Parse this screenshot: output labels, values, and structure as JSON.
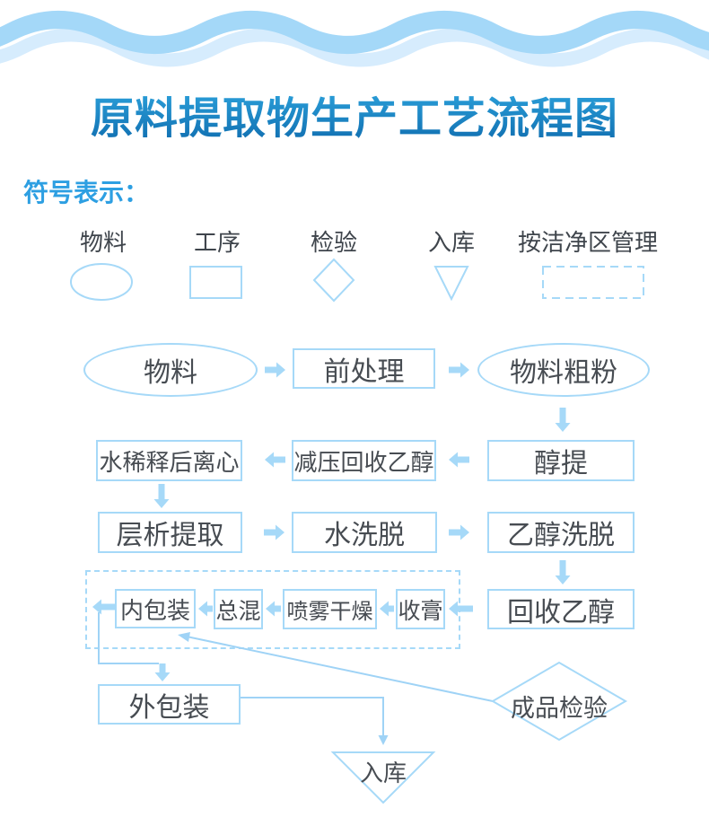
{
  "title": "原料提取物生产工艺流程图",
  "legend": {
    "heading": "符号表示：",
    "items": [
      {
        "label": "物料",
        "shape": "ellipse"
      },
      {
        "label": "工序",
        "shape": "rect"
      },
      {
        "label": "检验",
        "shape": "diamond"
      },
      {
        "label": "入库",
        "shape": "inverted-triangle"
      },
      {
        "label": "按洁净区管理",
        "shape": "dashed-rect"
      }
    ]
  },
  "flowchart": {
    "nodes": {
      "material": "物料",
      "pretreatment": "前处理",
      "coarse_powder": "物料粗粉",
      "alcohol_extraction": "醇提",
      "vacuum_ethanol_recovery": "减压回收乙醇",
      "water_dilution_centrifugation": "水稀释后离心",
      "chromatography_extraction": "层析提取",
      "water_elution": "水洗脱",
      "ethanol_elution": "乙醇洗脱",
      "ethanol_recovery": "回收乙醇",
      "paste_collection": "收膏",
      "spray_drying": "喷雾干燥",
      "total_mixing": "总混",
      "inner_packaging": "内包装",
      "outer_packaging": "外包装",
      "finished_product_inspection": "成品检验",
      "warehousing": "入库"
    },
    "edges": [
      "物料→前处理",
      "前处理→物料粗粉",
      "物料粗粉→醇提",
      "醇提→减压回收乙醇",
      "减压回收乙醇→水稀释后离心",
      "水稀释后离心→层析提取",
      "层析提取→水洗脱",
      "水洗脱→乙醇洗脱",
      "乙醇洗脱→回收乙醇",
      "回收乙醇→收膏",
      "收膏→喷雾干燥",
      "喷雾干燥→总混",
      "总混→内包装",
      "内包装→外包装",
      "成品检验→内包装",
      "外包装→入库"
    ]
  },
  "colors": {
    "shape_stroke": "#a6d9f8",
    "arrow_fill": "#a6d9f8",
    "thin_line": "#9fd3f6",
    "node_text": "#474c52",
    "legend_heading_blue": "#2d9fe2",
    "title_gradient_top": "#2fa7e0",
    "title_gradient_bottom": "#0f6cae",
    "wave_dark": "#a4d8f8",
    "wave_light": "#d6ecfd"
  }
}
